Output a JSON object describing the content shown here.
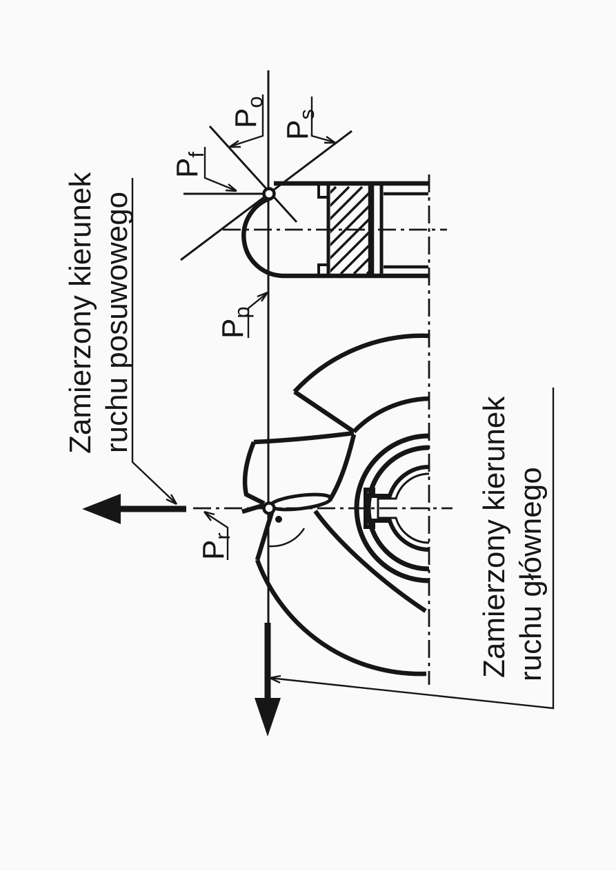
{
  "colors": {
    "ink": "#161616",
    "paper": "#fafafa"
  },
  "callouts": {
    "feed": {
      "line1": "Zamierzony kierunek",
      "line2": "ruchu posuwowego"
    },
    "main": {
      "line1": "Zamierzony kierunek",
      "line2": "ruchu głównego"
    }
  },
  "planes": {
    "po": {
      "base": "P",
      "sub": "o"
    },
    "ps": {
      "base": "P",
      "sub": "s"
    },
    "pf": {
      "base": "P",
      "sub": "f"
    },
    "pp": {
      "base": "P",
      "sub": "p"
    },
    "pr": {
      "base": "P",
      "sub": "r"
    }
  }
}
